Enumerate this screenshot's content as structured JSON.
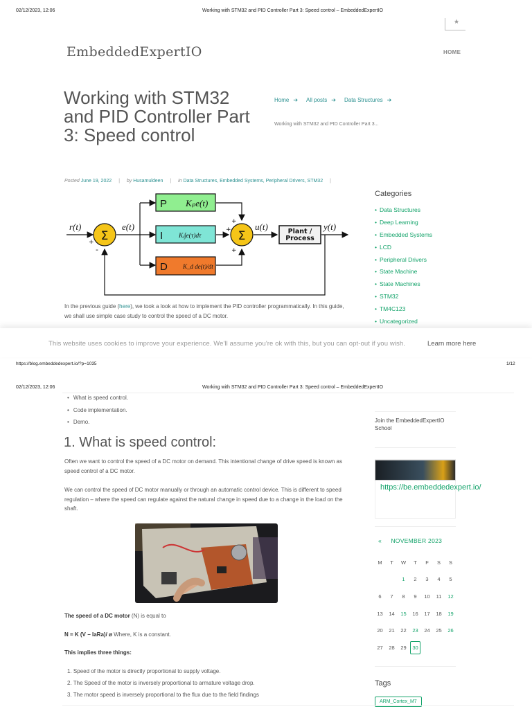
{
  "print_header": {
    "date": "02/12/2023, 12:06",
    "doc_title": "Working with STM32 and PID Controller Part 3: Speed control – EmbeddedExpertIO"
  },
  "site": {
    "logo": "EmbeddedExpertIO",
    "nav_home": "HOME"
  },
  "post": {
    "title": "Working with STM32 and PID Controller Part 3: Speed control",
    "breadcrumb": [
      "Home",
      "All posts",
      "Data Structures"
    ],
    "breadcrumb_current": "Working with STM32 and PID Controller Part 3...",
    "meta": {
      "posted_label": "Posted",
      "date": "June 19, 2022",
      "by_label": "by",
      "author": "Husamuldeen",
      "in_label": "in",
      "categories": "Data Structures, Embedded Systems, Peripheral Drivers, STM32"
    },
    "intro_before": "In the previous guide (",
    "intro_link": "here",
    "intro_after": "), we took a look at how to implement the PID controller programmatically. In this guide, we shall use simple case study to control the speed of a DC motor."
  },
  "diagram": {
    "r_label": "r(t)",
    "e_label": "e(t)",
    "u_label": "u(t)",
    "y_label": "y(t)",
    "sum_symbol": "Σ",
    "plus": "+",
    "minus": "-",
    "p_letter": "P",
    "p_formula": "Kₚe(t)",
    "i_letter": "I",
    "i_formula": "Kᵢ∫e(τ)dτ",
    "d_letter": "D",
    "d_formula": "K_d de(t)/dt",
    "plant_line1": "Plant /",
    "plant_line2": "Process"
  },
  "sidebar": {
    "categories_title": "Categories",
    "categories": [
      "Data Structures",
      "Deep Learning",
      "Embedded Systems",
      "LCD",
      "Peripheral Drivers",
      "State Machine",
      "State Machines",
      "STM32",
      "TM4C123",
      "Uncategorized"
    ],
    "school_text": "Join the EmbeddedExpertIO School",
    "promo_link": "https://be.embeddedexpert.io/",
    "calendar": {
      "prev": "«",
      "month": "NOVEMBER 2023",
      "weekdays": [
        "M",
        "T",
        "W",
        "T",
        "F",
        "S",
        "S"
      ],
      "weeks": [
        [
          "",
          "",
          "1",
          "2",
          "3",
          "4",
          "5"
        ],
        [
          "6",
          "7",
          "8",
          "9",
          "10",
          "11",
          "12"
        ],
        [
          "13",
          "14",
          "15",
          "16",
          "17",
          "18",
          "19"
        ],
        [
          "20",
          "21",
          "22",
          "23",
          "24",
          "25",
          "26"
        ],
        [
          "27",
          "28",
          "29",
          "30",
          "",
          "",
          ""
        ]
      ],
      "linked_days": [
        "1",
        "12",
        "15",
        "19",
        "23",
        "26",
        "30"
      ],
      "today": "30"
    },
    "tags_title": "Tags",
    "first_tag": "ARM_Cortex_M7"
  },
  "cookie": {
    "text": "This website uses cookies to improve your experience. We'll assume you're ok with this, but you can opt-out if you wish.",
    "more": "Learn more here"
  },
  "print_footer": {
    "url": "https://blog.embeddedexpert.io/?p=1035",
    "page": "1/12"
  },
  "page2": {
    "toc": [
      "What is speed control.",
      "Code implementation.",
      "Demo."
    ],
    "h1": "1. What is speed control:",
    "p1": "Often we want to control the speed of a DC motor on demand. This intentional change of drive speed is known as speed control of a DC motor.",
    "p2": "We can control the speed of DC motor manually or through an automatic control device. This is different to speed regulation – where the speed can regulate against the natural change in speed due to a change in the load on the shaft.",
    "p3_bold": "The speed of a DC motor",
    "p3_rest": " (N) is equal to",
    "formula": "N = K (V − IaRa)/ ø",
    "formula_rest": " Where, K is a constant.",
    "implies": "This implies three things:",
    "list": [
      "Speed of the motor is directly proportional to supply voltage.",
      "The Speed of the motor is inversely proportional to armature voltage drop.",
      "The motor speed is inversely proportional to the flux due to the field findings"
    ]
  },
  "colors": {
    "accent": "#13a36a",
    "link": "#2a9090",
    "p_block": "#90ee90",
    "i_block": "#7fe5d6",
    "d_block": "#f07a2c"
  }
}
